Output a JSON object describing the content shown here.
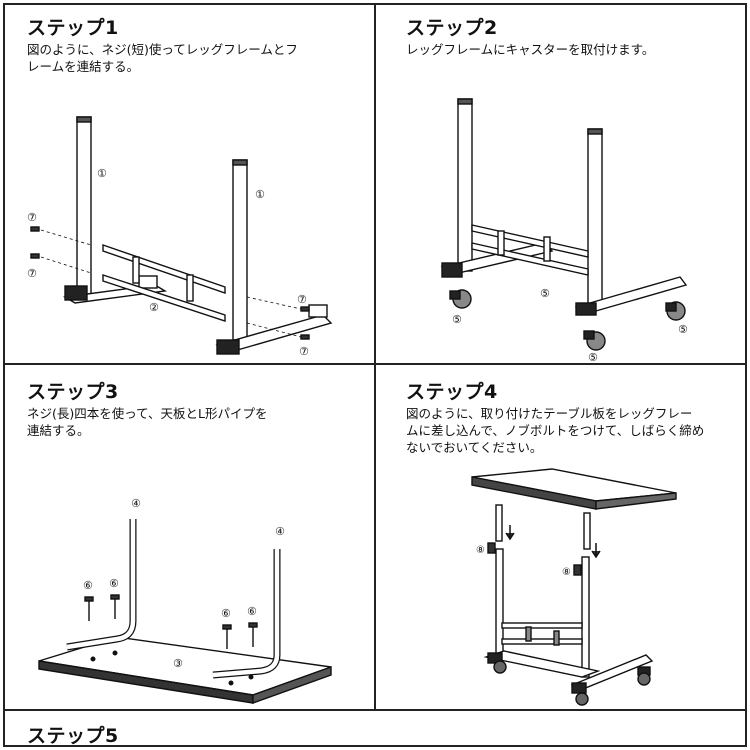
{
  "steps": [
    {
      "title": "ステップ1",
      "lines": [
        "図のように、ネジ(短)使ってレッグフレームとフ",
        "レームを連結する。"
      ],
      "labels": {
        "leg_frame": "①",
        "cross_frame": "②",
        "screw": "⑦"
      }
    },
    {
      "title": "ステップ2",
      "lines": [
        "レッグフレームにキャスターを取付けます。"
      ],
      "labels": {
        "caster": "⑤"
      }
    },
    {
      "title": "ステップ3",
      "lines": [
        "ネジ(長)四本を使って、天板とL形パイプを",
        "連結する。"
      ],
      "labels": {
        "l_pipe": "④",
        "long_screw": "⑥",
        "tabletop": "③"
      }
    },
    {
      "title": "ステップ4",
      "lines": [
        "図のように、取り付けたテーブル板をレッグフレー",
        "ムに差し込んで、ノブボルトをつけて、しばらく締め",
        "ないでおいてください。"
      ],
      "labels": {
        "knob_bolt": "⑧"
      }
    },
    {
      "title": "ステップ5",
      "lines": []
    }
  ]
}
